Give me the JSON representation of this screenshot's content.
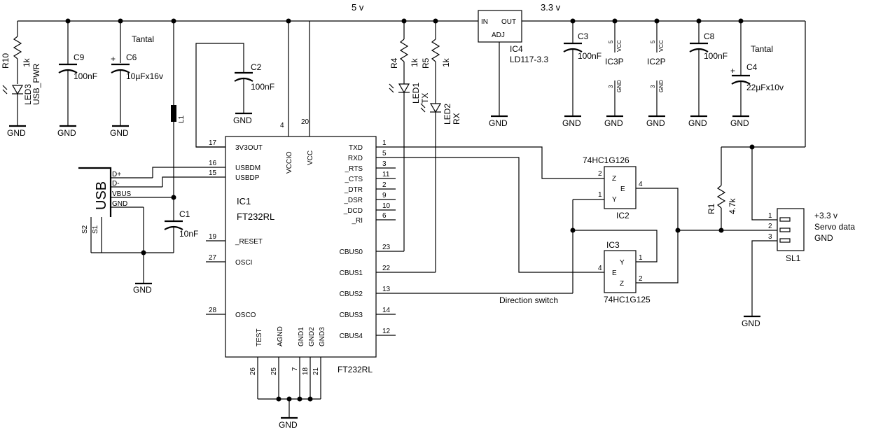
{
  "nets": {
    "v5": "5 v",
    "v33": "3.3 v",
    "gnd": "GND"
  },
  "notes": {
    "tantal": "Tantal",
    "direction": "Direction switch"
  },
  "connector_usb": {
    "name": "USB",
    "pins": [
      "D+",
      "D-",
      "VBUS",
      "GND"
    ],
    "shield": [
      "S2",
      "S1"
    ]
  },
  "ic1": {
    "name": "IC1",
    "part": "FT232RL",
    "bottom_label": "FT232RL",
    "left_pins": [
      {
        "name": "3V3OUT",
        "num": "17"
      },
      {
        "name": "USBDM",
        "num": "16"
      },
      {
        "name": "USBDP",
        "num": "15"
      },
      {
        "name": "_RESET",
        "num": "19"
      },
      {
        "name": "OSCI",
        "num": "27"
      },
      {
        "name": "OSCO",
        "num": "28"
      }
    ],
    "top_pins": [
      {
        "name": "VCCIO",
        "num": "4"
      },
      {
        "name": "VCC",
        "num": "20"
      }
    ],
    "right_pins": [
      {
        "name": "TXD",
        "num": "1"
      },
      {
        "name": "RXD",
        "num": "5"
      },
      {
        "name": "_RTS",
        "num": "3"
      },
      {
        "name": "_CTS",
        "num": "11"
      },
      {
        "name": "_DTR",
        "num": "2"
      },
      {
        "name": "_DSR",
        "num": "9"
      },
      {
        "name": "_DCD",
        "num": "10"
      },
      {
        "name": "_RI",
        "num": "6"
      },
      {
        "name": "CBUS0",
        "num": "23"
      },
      {
        "name": "CBUS1",
        "num": "22"
      },
      {
        "name": "CBUS2",
        "num": "13"
      },
      {
        "name": "CBUS3",
        "num": "14"
      },
      {
        "name": "CBUS4",
        "num": "12"
      }
    ],
    "bottom_pins": [
      {
        "name": "TEST",
        "num": "26"
      },
      {
        "name": "AGND",
        "num": "25"
      },
      {
        "name": "GND1",
        "num": "7"
      },
      {
        "name": "GND2",
        "num": "18"
      },
      {
        "name": "GND3",
        "num": "21"
      }
    ]
  },
  "ic2": {
    "name": "IC2",
    "part": "74HC1G126",
    "pins": {
      "z": "Z",
      "e": "E",
      "y": "Y"
    },
    "nums": {
      "in_top": "2",
      "in_bot": "1",
      "out": "4"
    }
  },
  "ic3": {
    "name": "IC3",
    "part": "74HC1G125",
    "pins": {
      "y": "Y",
      "e": "E",
      "z": "Z"
    },
    "nums": {
      "in": "4",
      "out_top": "1",
      "out_bot": "2"
    }
  },
  "ic4": {
    "name": "IC4",
    "part": "LD117-3.3",
    "pins": {
      "in": "IN",
      "out": "OUT",
      "adj": "ADJ"
    }
  },
  "ic_power": [
    {
      "name": "IC3P",
      "vcc": "VCC",
      "gnd": "GND",
      "vcc_num": "5",
      "gnd_num": "3"
    },
    {
      "name": "IC2P",
      "vcc": "VCC",
      "gnd": "GND",
      "vcc_num": "5",
      "gnd_num": "3"
    }
  ],
  "resistors": {
    "r10": {
      "name": "R10",
      "value": "1k"
    },
    "r4": {
      "name": "R4",
      "value": "1k"
    },
    "r5": {
      "name": "R5",
      "value": "1k"
    },
    "r1": {
      "name": "R1",
      "value": "4.7k"
    }
  },
  "leds": {
    "led3": {
      "name": "LED3",
      "label": "USB_PWR"
    },
    "led1": {
      "name": "LED1",
      "label": "TX"
    },
    "led2": {
      "name": "LED2",
      "label": "RX"
    }
  },
  "capacitors": {
    "c9": {
      "name": "C9",
      "value": "100nF"
    },
    "c6": {
      "name": "C6",
      "value": "10µFx16v"
    },
    "c2": {
      "name": "C2",
      "value": "100nF"
    },
    "c1": {
      "name": "C1",
      "value": "10nF"
    },
    "c3": {
      "name": "C3",
      "value": "100nF"
    },
    "c8": {
      "name": "C8",
      "value": "100nF"
    },
    "c4": {
      "name": "C4",
      "value": "22µFx10v"
    }
  },
  "inductor": {
    "name": "L1"
  },
  "connector_sl1": {
    "name": "SL1",
    "pins": [
      {
        "num": "1",
        "label": "+3.3 v"
      },
      {
        "num": "2",
        "label": "Servo data"
      },
      {
        "num": "3",
        "label": "GND"
      }
    ]
  }
}
